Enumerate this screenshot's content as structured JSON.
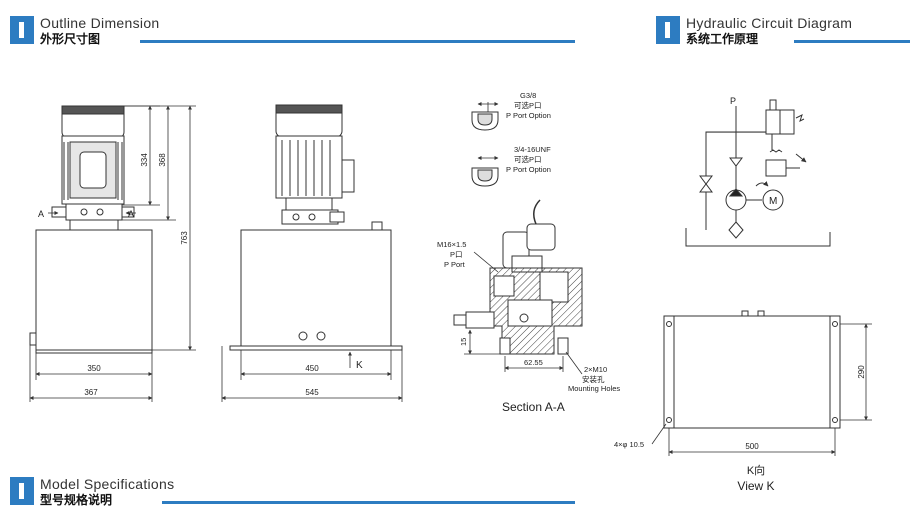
{
  "headers": {
    "outline": {
      "en": "Outline Dimension",
      "zh": "外形尺寸图"
    },
    "circuit": {
      "en": "Hydraulic Circuit Diagram",
      "zh": "系统工作原理"
    },
    "specs": {
      "en": "Model Specifications",
      "zh": "型号规格说明"
    }
  },
  "front_view": {
    "dim_334": "334",
    "dim_368": "368",
    "dim_763": "763",
    "dim_350": "350",
    "dim_367": "367",
    "section_left": "A",
    "section_right": "A"
  },
  "side_view": {
    "dim_450": "450",
    "dim_545": "545",
    "view_k": "K"
  },
  "section": {
    "port1_size": "G3/8",
    "port1_zh": "可选P口",
    "port1_en": "P Port Option",
    "port2_size": "3/4-16UNF",
    "port2_zh": "可选P口",
    "port2_en": "P Port Option",
    "p_size": "M16×1.5",
    "p_zh": "P口",
    "p_en": "P Port",
    "dim_15": "15",
    "dim_6255": "62.55",
    "holes_size": "2×M10",
    "holes_zh": "安装孔",
    "holes_en": "Mounting Holes",
    "title": "Section A-A"
  },
  "circuit": {
    "p_label": "P",
    "motor_label": "M"
  },
  "view_k": {
    "dim_290": "290",
    "dim_500": "500",
    "hole_label": "4×φ 10.5",
    "title_zh": "K向",
    "title_en": "View K"
  },
  "colors": {
    "accent": "#2d7cc1",
    "line": "#333333"
  }
}
